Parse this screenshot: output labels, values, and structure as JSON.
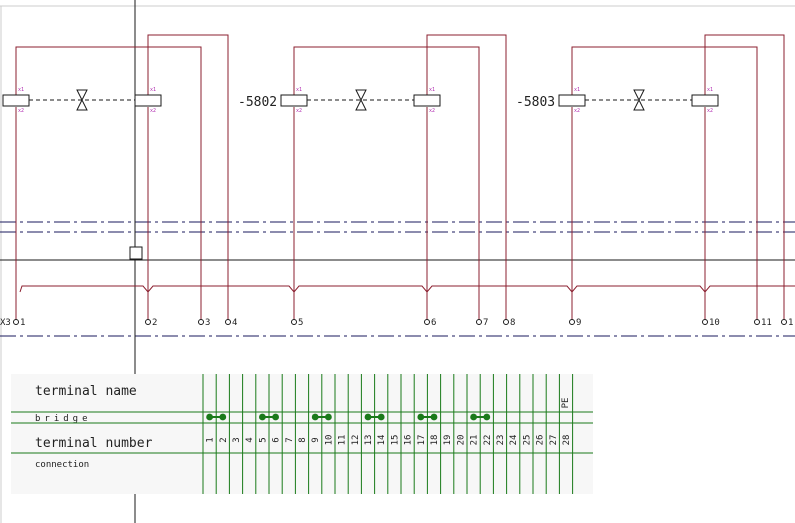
{
  "colors": {
    "wire": "#8b1f2f",
    "wire_dash": "#1a1a5e",
    "black": "#1a1a1a",
    "pin_label": "#b02ab0",
    "strip_line": "#1a7a1a",
    "bridge_dot": "#1a7a1a",
    "panel_bg": "#f7f7f7"
  },
  "devices": [
    {
      "name": "",
      "pins": [
        "x1",
        "x2",
        "x1",
        "x2"
      ]
    },
    {
      "name": "-5802",
      "pins": [
        "x1",
        "x2",
        "x1",
        "x2"
      ]
    },
    {
      "name": "-5803",
      "pins": [
        "x1",
        "x2",
        "x1",
        "x2"
      ]
    }
  ],
  "terminal_strip_name": "X3",
  "terminals": [
    "1",
    "2",
    "3",
    "4",
    "5",
    "6",
    "7",
    "8",
    "9",
    "10",
    "11",
    "1"
  ],
  "strip": {
    "labels": {
      "terminal_name": "terminal name",
      "bridge": "bridge",
      "terminal_number": "terminal number",
      "connection": "connection"
    },
    "numbers": [
      "1",
      "2",
      "3",
      "4",
      "5",
      "6",
      "7",
      "8",
      "9",
      "10",
      "11",
      "12",
      "13",
      "14",
      "15",
      "16",
      "17",
      "18",
      "19",
      "20",
      "21",
      "22",
      "23",
      "24",
      "25",
      "26",
      "27",
      "28"
    ],
    "pe_label": "PE",
    "bridges": [
      [
        1,
        2
      ],
      [
        5,
        6
      ],
      [
        9,
        10
      ],
      [
        13,
        14
      ],
      [
        17,
        18
      ],
      [
        21,
        22
      ]
    ]
  }
}
